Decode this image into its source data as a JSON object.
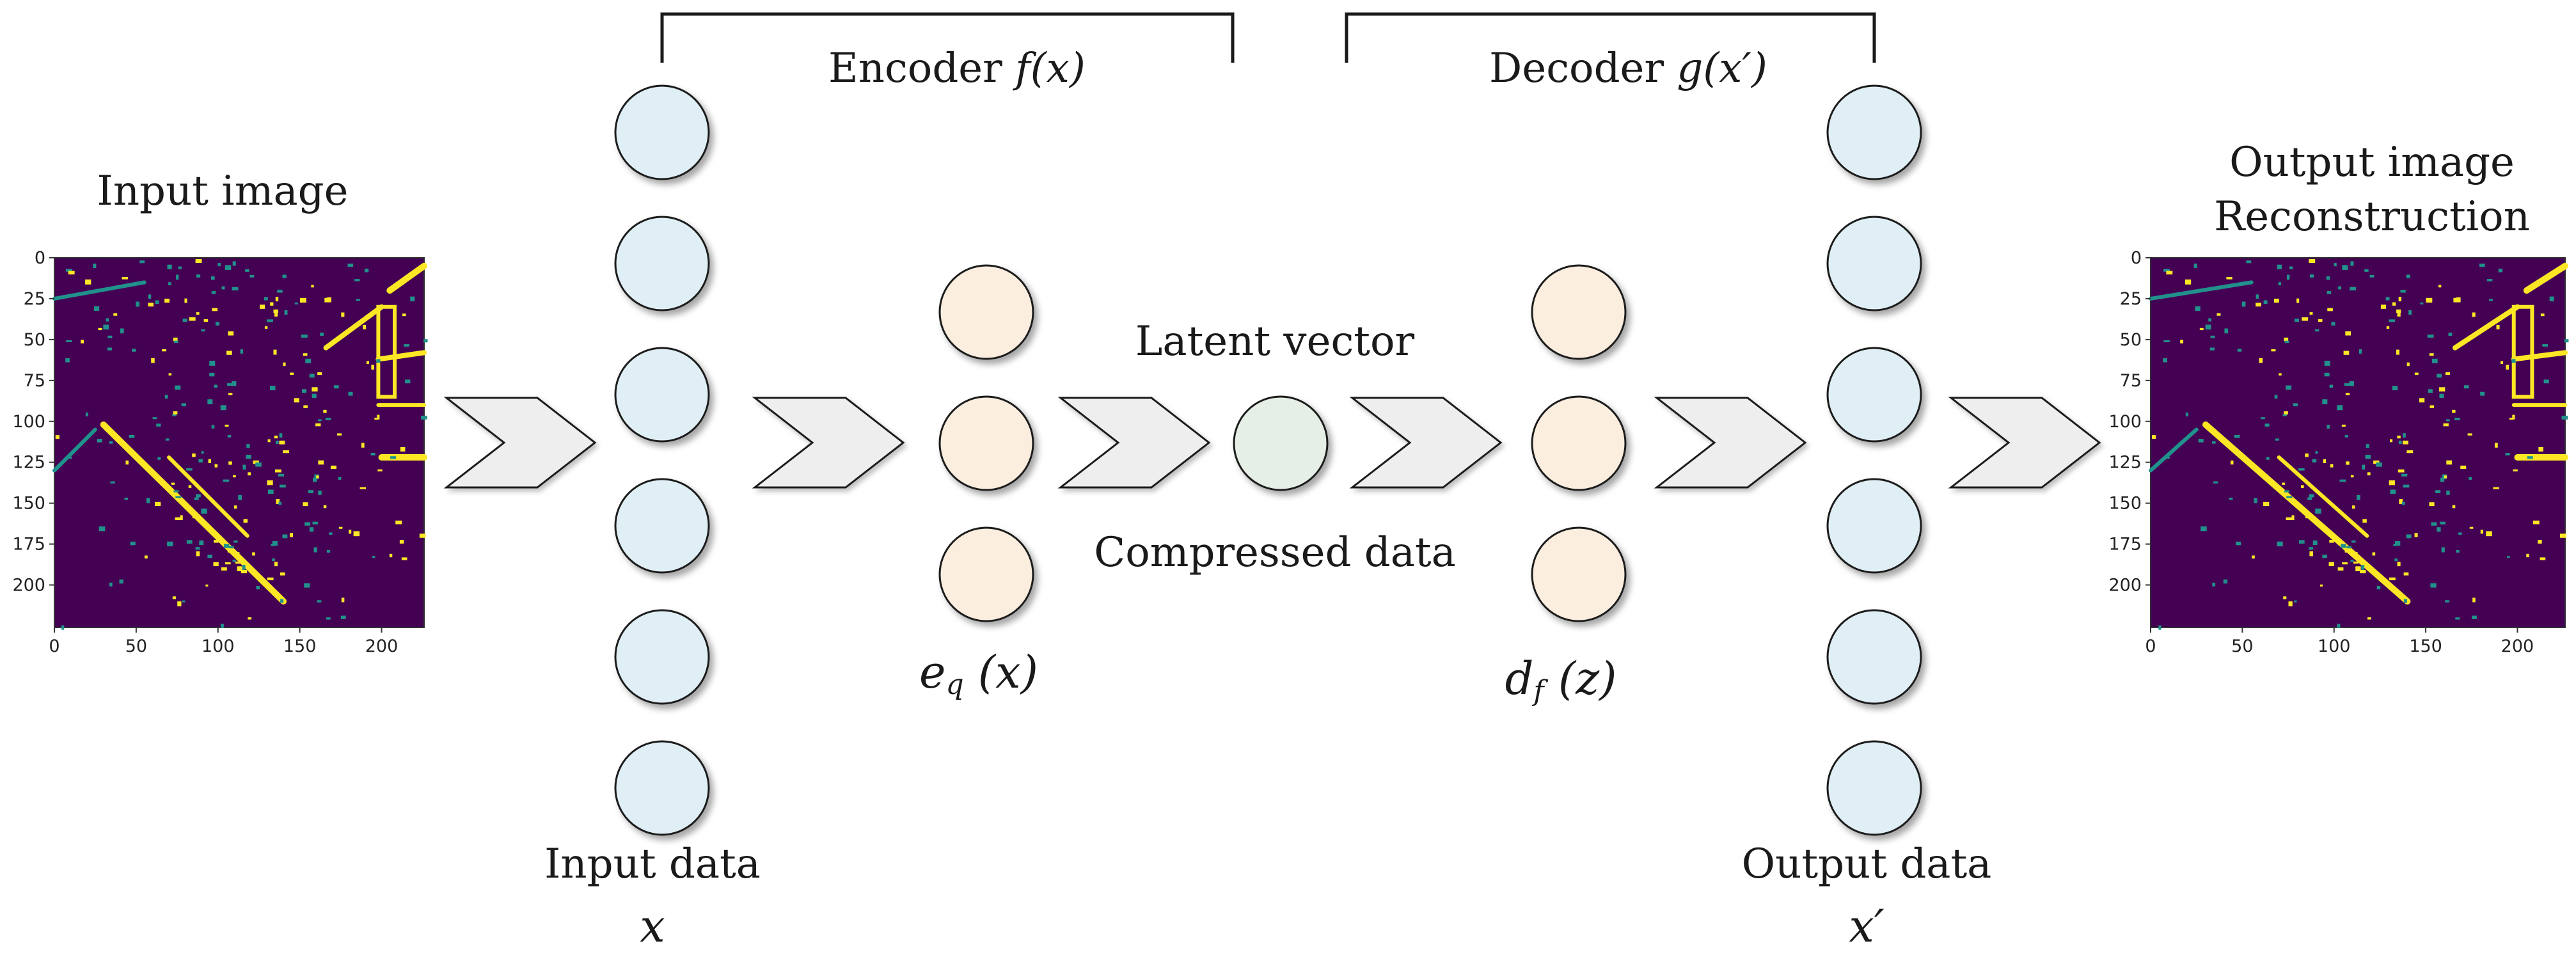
{
  "colors": {
    "input_node": "#e0eff5",
    "encoded_node": "#fbeedf",
    "latent_node": "#e6efe6",
    "arrow_fill": "#eeeeee",
    "heatmap_bg": "#440154",
    "heatmap_hi": "#fde725",
    "heatmap_mid": "#21918c"
  },
  "labels": {
    "input_image": "Input image",
    "output_image_line1": "Output image",
    "output_image_line2": "Reconstruction",
    "encoder": "Encoder ",
    "encoder_fn": "f(x)",
    "decoder": "Decoder ",
    "decoder_fn": "g(x′)",
    "latent_vector": "Latent vector",
    "compressed_data": "Compressed data",
    "input_data": "Input data",
    "input_var": "x",
    "output_data": "Output data",
    "output_var": "x′",
    "eq_main": "e",
    "eq_sub": "q",
    "eq_arg": " (x)",
    "df_main": "d",
    "df_sub": "f",
    "df_arg": " (z)"
  },
  "heatmap_axes": {
    "x_ticks": [
      "0",
      "50",
      "100",
      "150",
      "200"
    ],
    "y_ticks": [
      "0",
      "25",
      "50",
      "75",
      "100",
      "125",
      "150",
      "175",
      "200"
    ]
  },
  "layers": {
    "input_nodes": 6,
    "encoded_nodes": 3,
    "latent_nodes": 1,
    "decoded_nodes": 3,
    "output_nodes": 6
  }
}
